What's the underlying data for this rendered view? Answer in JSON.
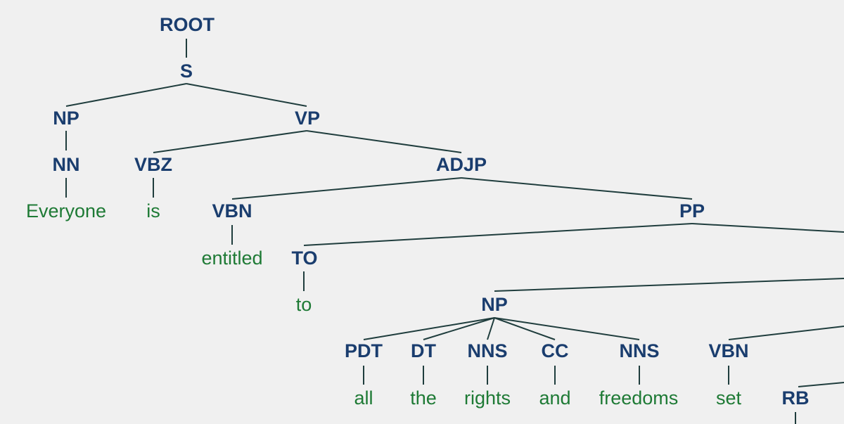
{
  "colors": {
    "background": "#f0f0f0",
    "category": "#1a3d6e",
    "word": "#1e7a35",
    "edge": "#1f3d3d"
  },
  "tree": {
    "root": "ROOT",
    "s": "S",
    "np_subject": "NP",
    "nn": "NN",
    "word_everyone": "Everyone",
    "vp": "VP",
    "vbz": "VBZ",
    "word_is": "is",
    "adjp": "ADJP",
    "vbn_entitled": "VBN",
    "word_entitled": "entitled",
    "pp": "PP",
    "to": "TO",
    "word_to": "to",
    "np_object": "NP",
    "pdt": "PDT",
    "word_all": "all",
    "dt": "DT",
    "word_the": "the",
    "nns_rights": "NNS",
    "word_rights": "rights",
    "cc": "CC",
    "word_and": "and",
    "nns_freedoms": "NNS",
    "word_freedoms": "freedoms",
    "vbn_set": "VBN",
    "word_set": "set",
    "rb": "RB"
  }
}
